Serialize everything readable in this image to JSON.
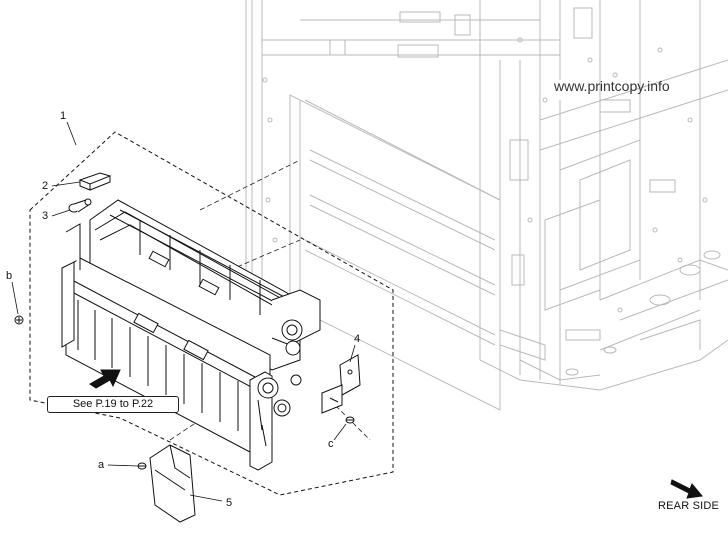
{
  "watermark": "www.printcopy.info",
  "reference_note": "See P.19 to P.22",
  "orientation_label": "REAR SIDE",
  "callouts": {
    "n1": "1",
    "n2": "2",
    "n3": "3",
    "n4": "4",
    "n5": "5",
    "a": "a",
    "b": "b",
    "c": "c"
  }
}
